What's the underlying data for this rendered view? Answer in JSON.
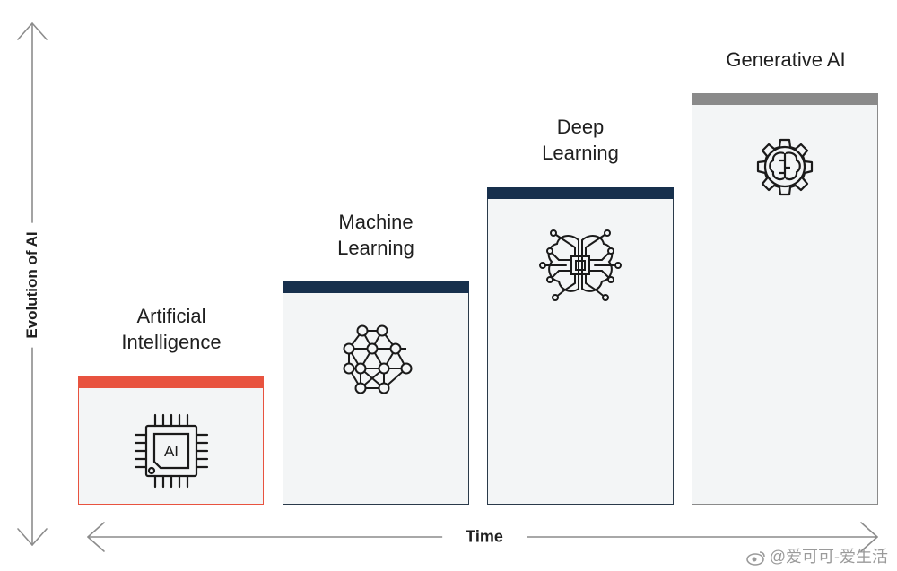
{
  "axes": {
    "y_label": "Evolution of AI",
    "x_label": "Time"
  },
  "stages": [
    {
      "label_line1": "Artificial",
      "label_line2": "Intelligence",
      "bar_color": "#e8533f",
      "icon": "ai-chip-icon"
    },
    {
      "label_line1": "Machine",
      "label_line2": "Learning",
      "bar_color": "#17304d",
      "icon": "neural-network-icon"
    },
    {
      "label_line1": "Deep",
      "label_line2": "Learning",
      "bar_color": "#17304d",
      "icon": "circuit-brain-icon"
    },
    {
      "label_line1": "Generative AI",
      "label_line2": "",
      "bar_color": "#8a8a8a",
      "icon": "brain-gear-icon"
    }
  ],
  "chip_text": "AI",
  "watermark": "@爱可可-爱生活"
}
